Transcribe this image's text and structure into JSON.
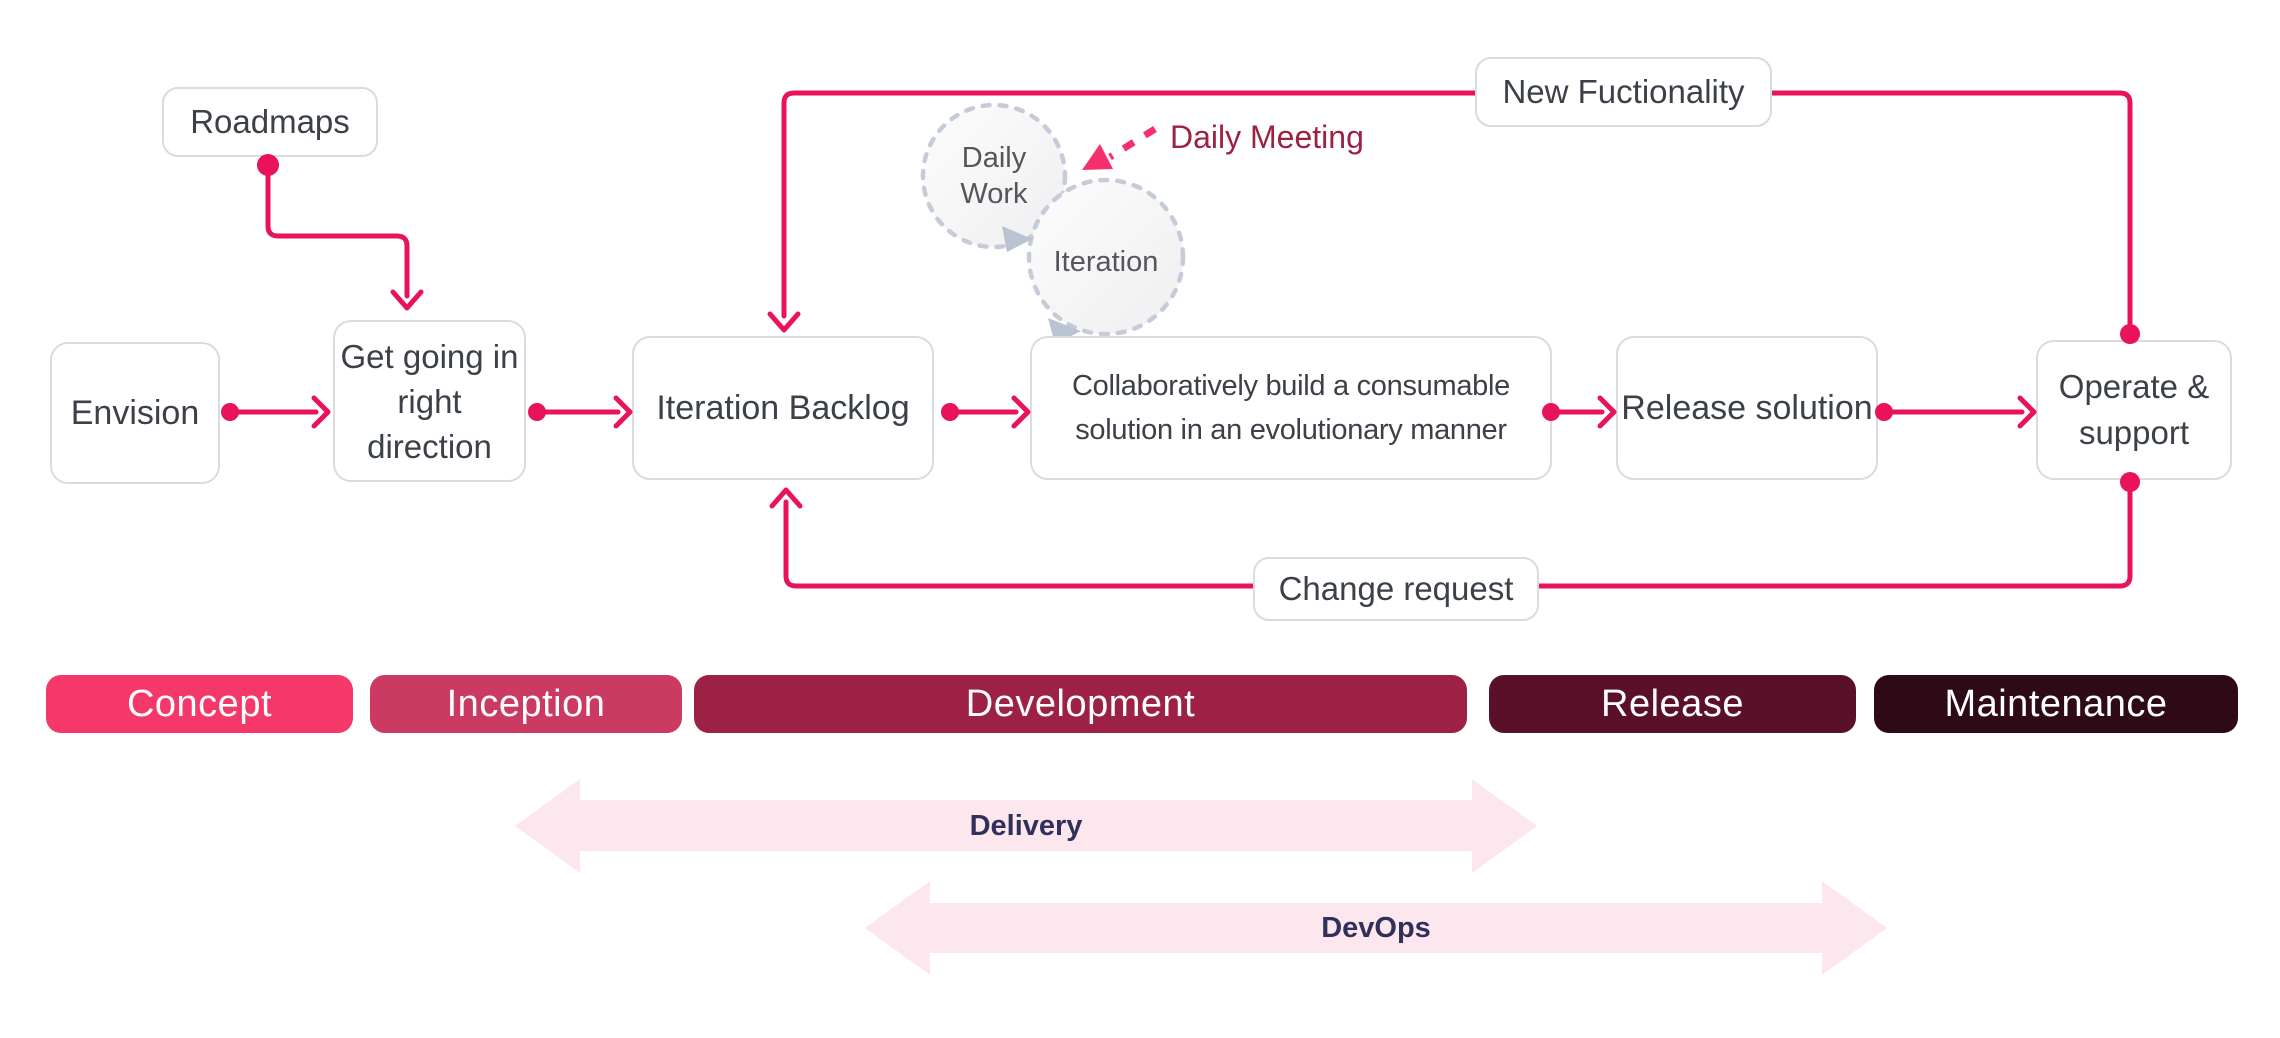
{
  "colors": {
    "accent": "#e8135a",
    "band": "#fce7ee",
    "band_text": "#31305a",
    "muted_gray": "#c5ccd8",
    "triangle_gray": "#b9c3d2",
    "box_border": "#dadbde",
    "box_text": "#3c4148",
    "meeting_text": "#9d2145",
    "meeting_arrow": "#f4316e"
  },
  "flow": {
    "boxes": [
      {
        "label": "Envision"
      },
      {
        "label": "Get going in right direction"
      },
      {
        "label": "Iteration Backlog"
      },
      {
        "label": "Collaboratively build a consumable solution in an evolutionary manner"
      },
      {
        "label": "Release solution"
      },
      {
        "label": "Operate & support"
      }
    ],
    "roadmaps_label": "Roadmaps",
    "new_functionality_label": "New Fuctionality",
    "change_request_label": "Change request"
  },
  "iteration_cycle": {
    "daily_work_label": "Daily Work",
    "iteration_label": "Iteration",
    "daily_meeting_label": "Daily Meeting"
  },
  "phases": [
    {
      "label": "Concept",
      "color": "#f4396a"
    },
    {
      "label": "Inception",
      "color": "#ca3a61"
    },
    {
      "label": "Development",
      "color": "#9d2045"
    },
    {
      "label": "Release",
      "color": "#5a1029"
    },
    {
      "label": "Maintenance",
      "color": "#2d0a16"
    }
  ],
  "bands": [
    {
      "label": "Delivery"
    },
    {
      "label": "DevOps"
    }
  ]
}
